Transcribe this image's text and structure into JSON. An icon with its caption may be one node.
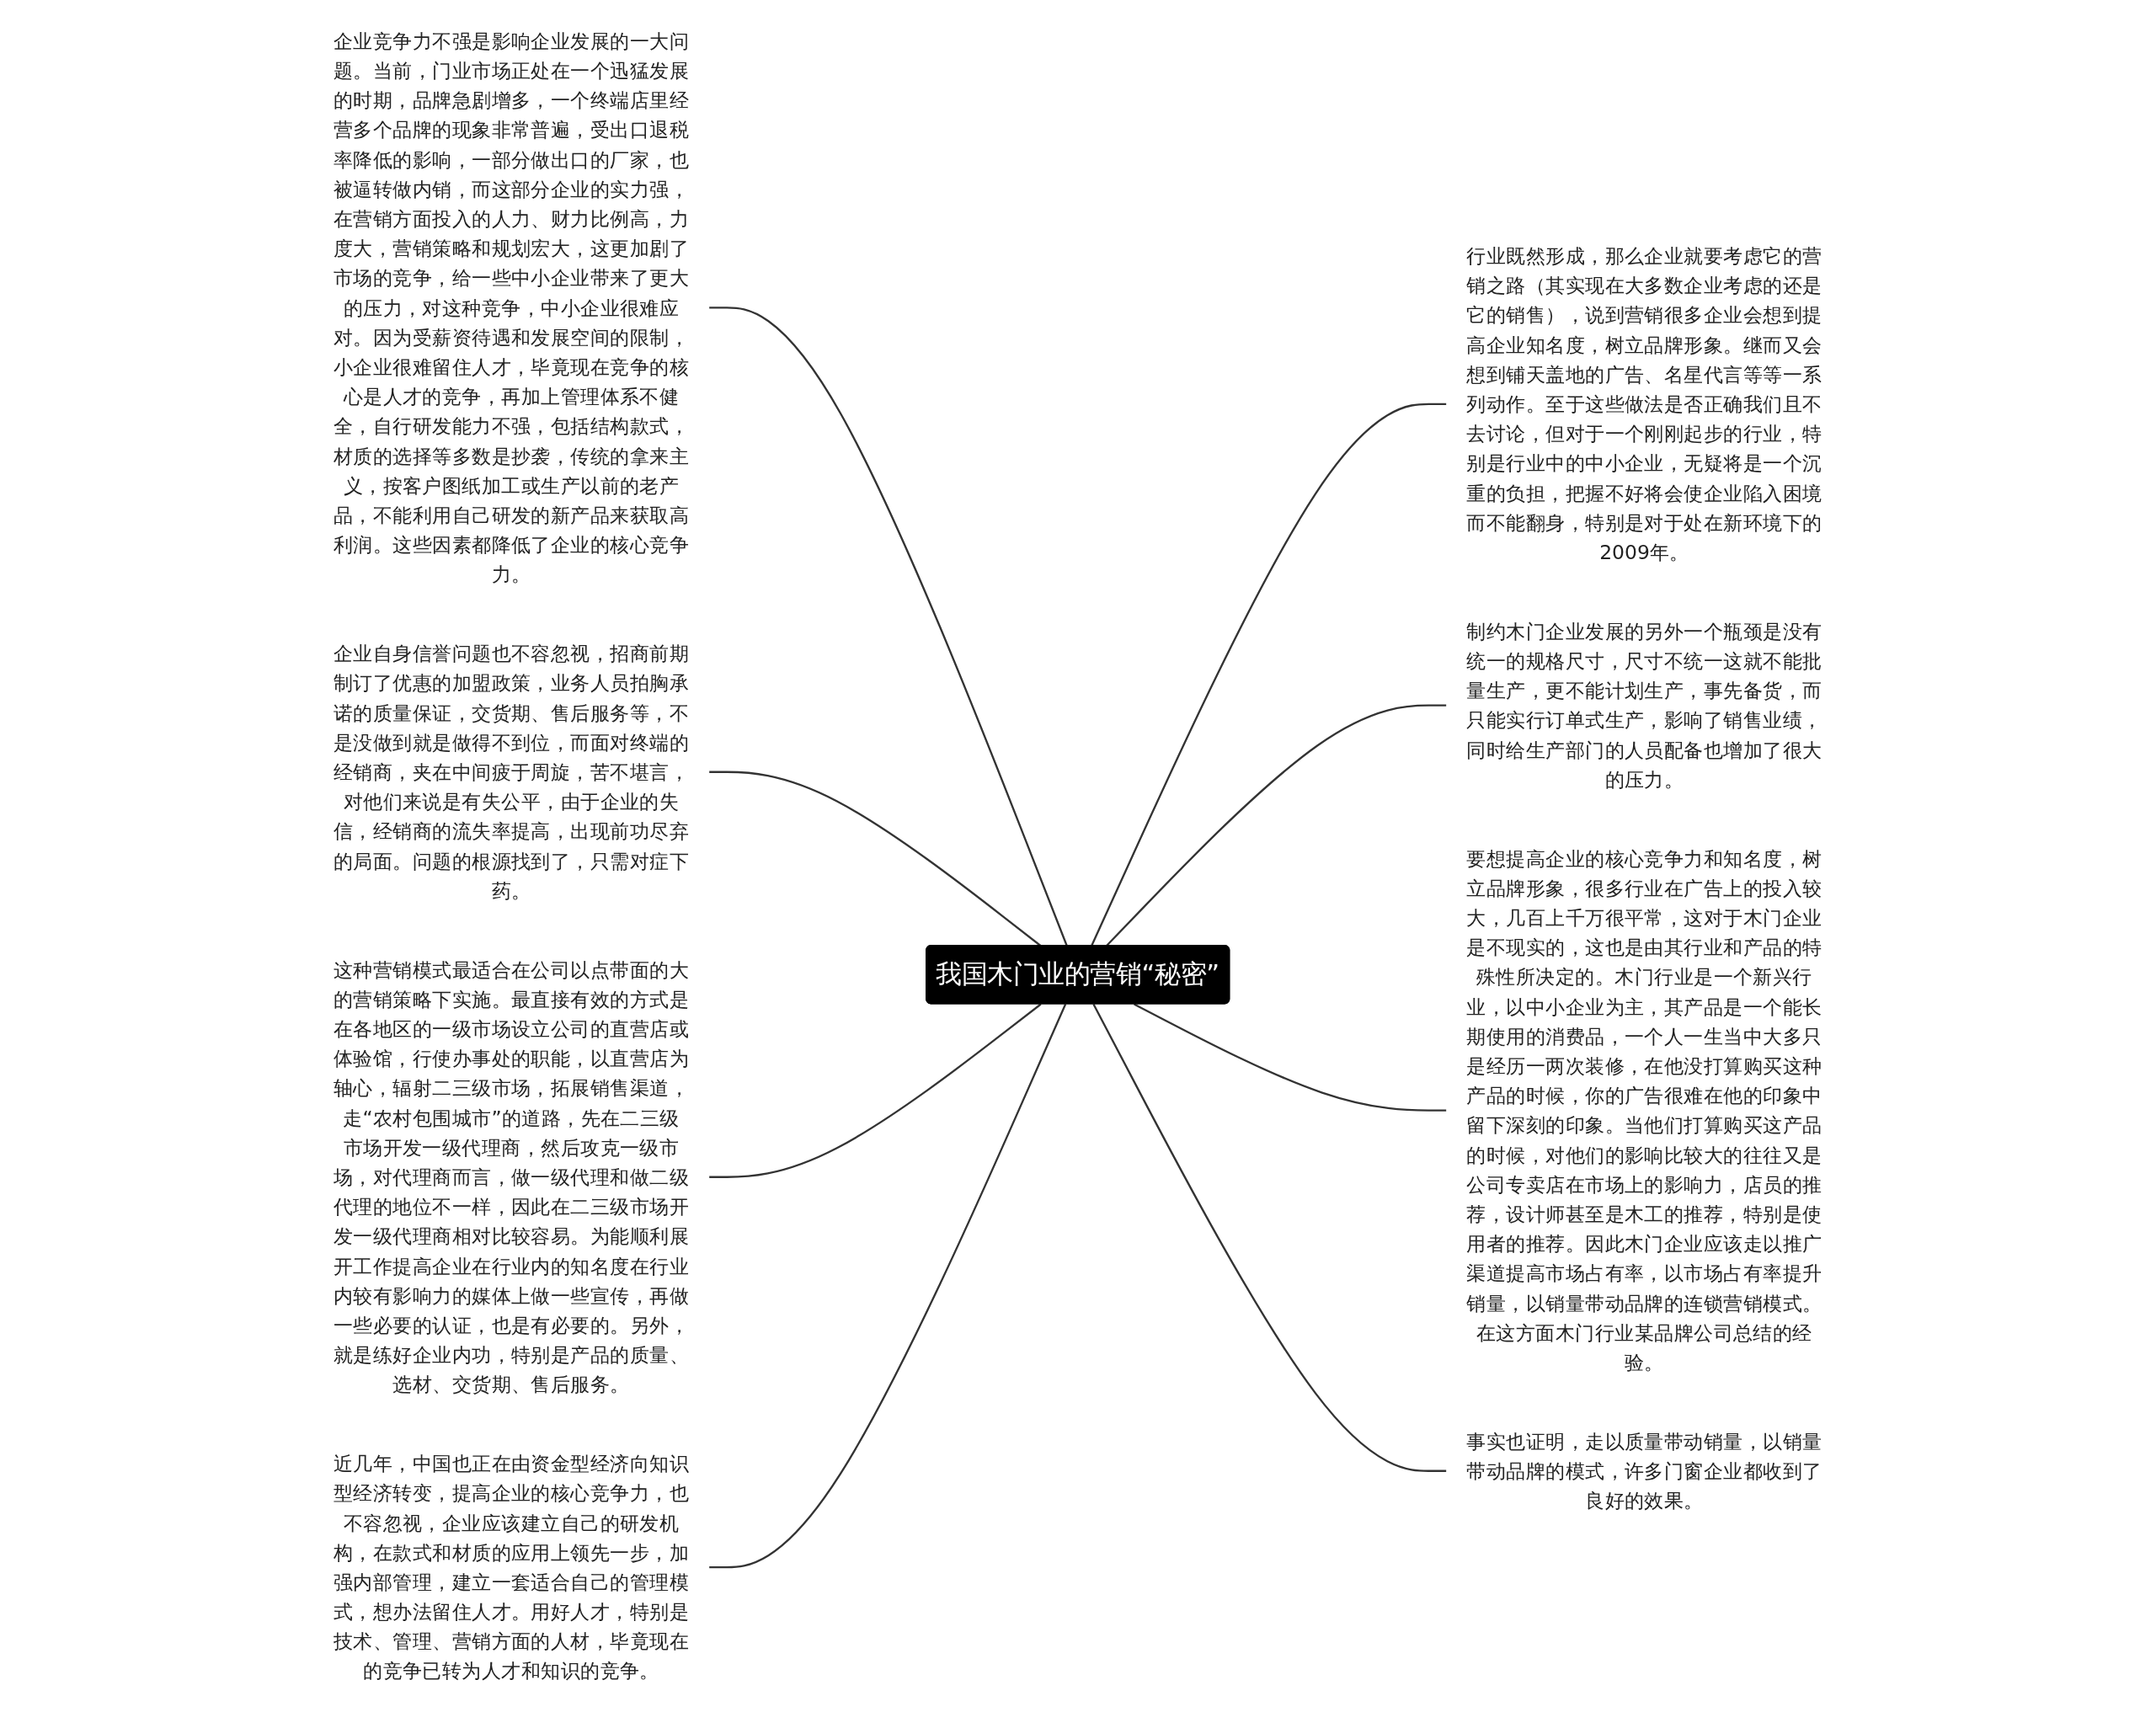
{
  "diagram": {
    "nodes": [
      {
        "text": [
          "我国木门业的营销“秘密”"
        ]
      },
      {
        "text": [
          "企业竞争力不强是影响企业发展的一大问题。当前，门业市场正处在一个迅猛发展的时期，品牌急剧增多，一个终端店里经营多个品牌的现象非常普遍，受出口退税率降低的影响，一部分做出口的厂家，也被逼转做内销，而这部分企业的实力强，在营销方面投入的人力、财力比例高，力度大，营销策略和规划宏大，这更加剧了市场的竞争，给一些中小企业带来了更大的压力，对这种竞争，中小企业很难应对。因为受薪资待遇和发展空间的限制，小企业很难留住人才，毕竟现在竞争的核心是人才的竞争，再加上管理体系不健全，自行研发能力不强，包括结构款式，材质的选择等多数是抄袭，传统的拿来主义，按客户图纸加工或生产以前的老产品，不能利用自己研发的新产品来获取高利润。这些因素都降低了企业的核心竞争力。"
        ]
      },
      {
        "text": [
          "企业自身信誉问题也不容忽视，招商前期制订了优惠的加盟政策，业务人员拍胸承诺的质量保证，交货期、售后服务等，不是没做到就是做得不到位，而面对终端的经销商，夹在中间疲于周旋，苦不堪言，对他们来说是有失公平，由于企业的失信，经销商的流失率提高，出现前功尽弃的局面。问题的根源找到了，只需对症下药。"
        ]
      },
      {
        "text": [
          "这种营销模式最适合在公司以点带面的大的营销策略下实施。最直接有效的方式是在各地区的一级市场设立公司的直营店或体验馆，行使办事处的职能，以直营店为轴心，辐射二三级市场，拓展销售渠道，走“农村包围城市”的道路，先在二三级市场开发一级代理商，然后攻克一级市场，对代理商而言，做一级代理和做二级代理的地位不一样，因此在二三级市场开发一级代理商相对比较容易。为能顺利展开工作提高企业在行业内的知名度在行业内较有影响力的媒体上做一些宣传，再做一些必要的认证，也是有必要的。另外，就是练好企业内功，特别是产品的质量、选材、交货期、售后服务。"
        ]
      },
      {
        "text": [
          "近几年，中国也正在由资金型经济向知识型经济转变，提高企业的核心竞争力，也不容忽视，企业应该建立自己的研发机构，在款式和材质的应用上领先一步，加强内部管理，建立一套适合自己的管理模式，想办法留住人才。用好人才，特别是技术、管理、营销方面的人材，毕竟现在的竞争已转为人才和知识的竞争。"
        ]
      },
      {
        "text": [
          "行业既然形成，那么企业就要考虑它的营销之路（其实现在大多数企业考虑的还是它的销售），说到营销很多企业会想到提高企业知名度，树立品牌形象。继而又会想到铺天盖地的广告、名星代言等等一系列动作。至于这些做法是否正确我们且不去讨论，但对于一个刚刚起步的行业，特别是行业中的中小企业，无疑将是一个沉重的负担，把握不好将会使企业陷入困境而不能翻身，特别是对于处在新环境下的2009年。"
        ]
      },
      {
        "text": [
          "制约木门企业发展的另外一个瓶颈是没有统一的规格尺寸，尺寸不统一这就不能批量生产，更不能计划生产，事先备货，而只能实行订单式生产，影响了销售业绩，同时给生产部门的人员配备也增加了很大的压力。"
        ]
      },
      {
        "text": [
          "要想提高企业的核心竞争力和知名度，树立品牌形象，很多行业在广告上的投入较大，几百上千万很平常，这对于木门企业是不现实的，这也是由其行业和产品的特殊性所决定的。木门行业是一个新兴行业，以中小企业为主，其产品是一个能长期使用的消费品，一个人一生当中大多只是经历一两次装修，在他没打算购买这种产品的时候，你的广告很难在他的印象中留下深刻的印象。当他们打算购买这产品的时候，对他们的影响比较大的往往又是公司专卖店在市场上的影响力，店员的推荐，设计师甚至是木工的推荐，特别是使用者的推荐。因此木门企业应该走以推广渠道提高市场占有率，以市场占有率提升销量，以销量带动品牌的连锁营销模式。在这方面木门行业某品牌公司总结的经验。"
        ]
      },
      {
        "text": [
          "事实也证明，走以质量带动销量，以销量带动品牌的模式，许多门窗企业都收到了良好的效果。"
        ]
      }
    ],
    "edges": [
      {
        "from": 0,
        "to": 1,
        "arrow": "none"
      },
      {
        "from": 0,
        "to": 2,
        "arrow": "none"
      },
      {
        "from": 0,
        "to": 3,
        "arrow": "none"
      },
      {
        "from": 0,
        "to": 4,
        "arrow": "none"
      },
      {
        "from": 0,
        "to": 5,
        "arrow": "none"
      },
      {
        "from": 0,
        "to": 6,
        "arrow": "none"
      },
      {
        "from": 0,
        "to": 7,
        "arrow": "none"
      },
      {
        "from": 0,
        "to": 8,
        "arrow": "none"
      }
    ]
  }
}
